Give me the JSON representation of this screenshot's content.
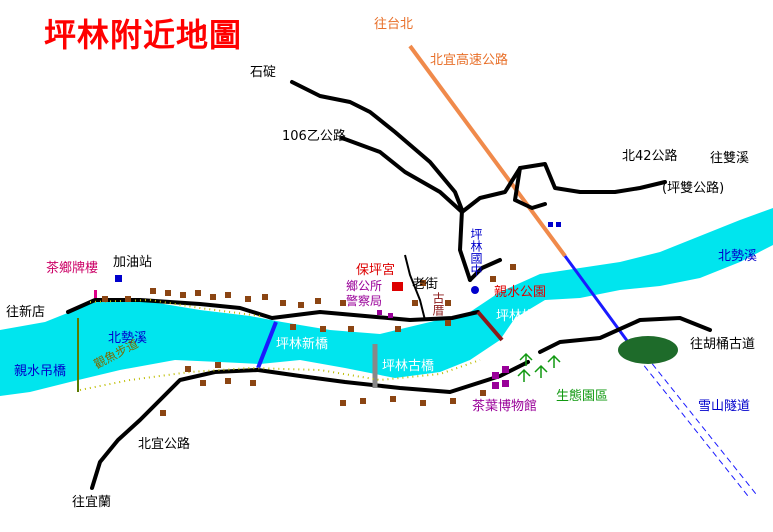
{
  "title": "坪林附近地圖",
  "labels": {
    "shiding": "石碇",
    "road_106": "106乙公路",
    "to_taipei": "往台北",
    "freeway": "北宜高速公路",
    "road_42": "北42公路",
    "to_shuangxi": "往雙溪",
    "pingshuang_road": "(坪雙公路)",
    "beishi_river_east": "北勢溪",
    "beishi_river_west": "北勢溪",
    "school": "坪林國中",
    "waterfront_park": "親水公園",
    "baoping_temple": "保坪宮",
    "old_street": "老街",
    "ancient_house": "古厝",
    "township_office": "鄉公所",
    "police_station": "警察局",
    "gas_station": "加油站",
    "tea_pavilion": "茶鄉牌樓",
    "to_xindian": "往新店",
    "suspension_bridge": "親水吊橋",
    "trail": "觀魚步道",
    "new_bridge": "坪林新橋",
    "old_bridge": "坪林古橋",
    "arch_bridge": "坪林拱橋",
    "tea_museum": "茶葉博物館",
    "eco_park": "生態園區",
    "to_hutong": "往胡桶古道",
    "tunnel": "雪山隧道",
    "beiyi_road": "北宜公路",
    "to_yilan": "往宜蘭"
  },
  "colors": {
    "river": "#00e5ee",
    "road": "#000000",
    "freeway": "#f08a4b",
    "bridge": "#1a1aff",
    "old_bridge": "#888888",
    "arch_bridge": "#8b1a1a",
    "building": "#8b4513",
    "forest": "#1e6b2a",
    "title": "#ff0000"
  }
}
